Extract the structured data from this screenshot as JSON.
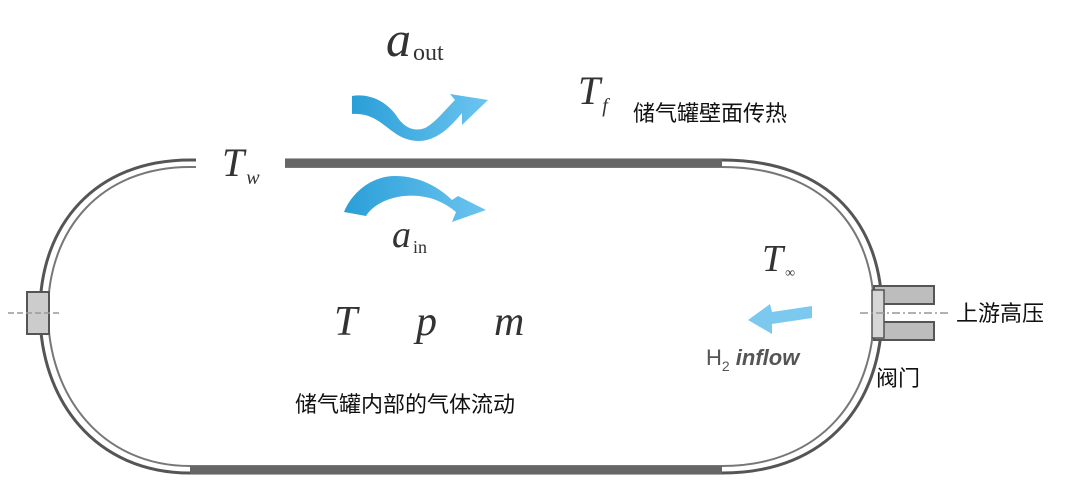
{
  "labels": {
    "a_out": "a",
    "a_out_sub": "out",
    "a_in": "a",
    "a_in_sub": "in",
    "T_f": "T",
    "T_f_sub": "f",
    "T_w": "T",
    "T_w_sub": "w",
    "T_inf": "T",
    "T_inf_sub": "∞",
    "T": "T",
    "p": "p",
    "m": "m",
    "h2_inflow_prefix": "H",
    "h2_inflow_sub": "2",
    "h2_inflow_word": " inflow",
    "wall_heat": "储气罐壁面传热",
    "upstream": "上游高压",
    "valve": "阀门",
    "internal_flow": "储气罐内部的气体流动"
  },
  "colors": {
    "arrow": "#3aaee6",
    "arrow_light": "#7cc9f0",
    "wall": "#555555"
  }
}
